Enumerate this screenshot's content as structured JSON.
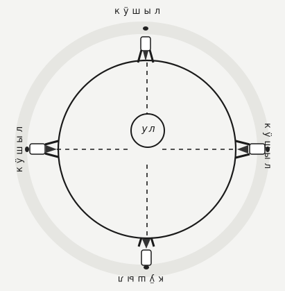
{
  "diagram": {
    "center_label": "ул",
    "figure_labels": {
      "top": "кӱшыл",
      "bottom": "кӱшыл",
      "left": "кӱшыл",
      "right": "кӱшыл"
    }
  }
}
